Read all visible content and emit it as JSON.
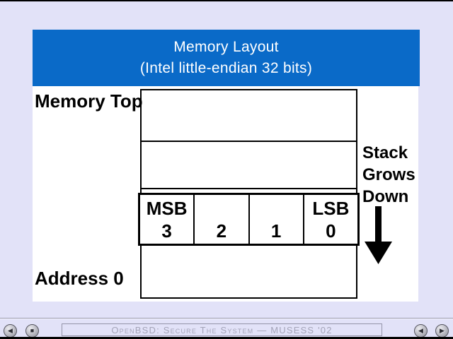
{
  "slide": {
    "title_line1": "Memory Layout",
    "title_line2": "(Intel little-endian 32 bits)",
    "memory_top_label": "Memory Top",
    "address_zero_label": "Address 0",
    "stack_note": "Stack\nGrows\nDown",
    "byte_cells": [
      {
        "tag": "MSB",
        "num": "3"
      },
      {
        "tag": "",
        "num": "2"
      },
      {
        "tag": "",
        "num": "1"
      },
      {
        "tag": "LSB",
        "num": "0"
      }
    ]
  },
  "footer": {
    "status_text": "OpenBSD: Secure The System — MUSESS '02",
    "buttons": [
      {
        "icon": "skip-back-icon",
        "glyph": "◀"
      },
      {
        "icon": "stop-icon",
        "glyph": "■"
      },
      {
        "icon": "prev-slide-icon",
        "glyph": "◀"
      },
      {
        "icon": "next-slide-icon",
        "glyph": "▶"
      }
    ]
  },
  "colors": {
    "background": "#e2e2f8",
    "header_blue": "#0a6ac8",
    "content_white": "#ffffff",
    "line_black": "#000000",
    "footer_text": "#a4a4b8"
  }
}
